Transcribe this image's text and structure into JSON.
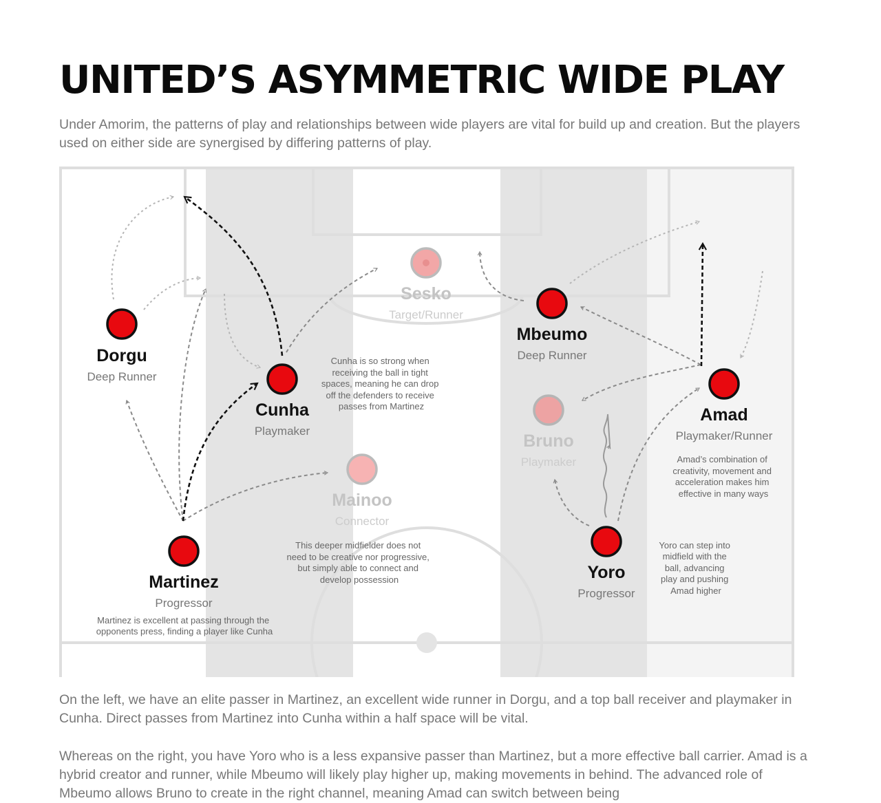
{
  "title": "UNITED’S ASYMMETRIC WIDE PLAY",
  "subtitle": "Under Amorim, the patterns of play and relationships between wide players are vital for build up and creation. But the players used on either side are synergised by differing patterns of play.",
  "colors": {
    "player_fill": "#e8090f",
    "player_stroke": "#111111",
    "faded_player_fill": "#f2a7a7",
    "faded_player_stroke": "#bbbbbb",
    "lane_dark": "#e4e4e4",
    "lane_light": "#f4f4f4",
    "pitch_lines": "#dedede",
    "text_main": "#111111",
    "text_muted": "#777777",
    "text_faded": "#c4c4c4"
  },
  "players": [
    {
      "id": "dorgu",
      "name": "Dorgu",
      "role": "Deep Runner",
      "faded": false
    },
    {
      "id": "cunha",
      "name": "Cunha",
      "role": "Playmaker",
      "faded": false
    },
    {
      "id": "martinez",
      "name": "Martinez",
      "role": "Progressor",
      "faded": false
    },
    {
      "id": "sesko",
      "name": "Sesko",
      "role": "Target/Runner",
      "faded": true
    },
    {
      "id": "mainoo",
      "name": "Mainoo",
      "role": "Connector",
      "faded": true
    },
    {
      "id": "mbeumo",
      "name": "Mbeumo",
      "role": "Deep Runner",
      "faded": false
    },
    {
      "id": "bruno",
      "name": "Bruno",
      "role": "Playmaker",
      "faded": true
    },
    {
      "id": "amad",
      "name": "Amad",
      "role": "Playmaker/Runner",
      "faded": false
    },
    {
      "id": "yoro",
      "name": "Yoro",
      "role": "Progressor",
      "faded": false
    }
  ],
  "notes": {
    "cunha": [
      "Cunha is so strong when",
      "receiving the ball in tight",
      "spaces, meaning he can drop",
      "off the defenders to receive",
      "passes from Martinez"
    ],
    "martinez": [
      "Martinez is excellent at passing through the",
      "opponents press, finding a player like Cunha"
    ],
    "mainoo": [
      "This deeper midfielder does not",
      "need to be creative nor progressive,",
      "but simply able to connect and",
      "develop possession"
    ],
    "amad": [
      "Amad’s combination of",
      "creativity, movement and",
      "acceleration makes him",
      "effective in many ways"
    ],
    "yoro": [
      "Yoro can step into",
      "midfield with the",
      "ball, advancing",
      "play and pushing",
      "Amad higher"
    ]
  },
  "paragraphs": [
    "On the left, we have an elite passer in Martinez, an excellent wide runner in Dorgu, and a top ball receiver and playmaker in Cunha. Direct passes from Martinez into Cunha within a half space will be vital.",
    "Whereas on the right, you have Yoro who is a less expansive passer than Martinez, but a more effective ball carrier. Amad is a hybrid creator and runner, while Mbeumo will likely play higher up, making movements in behind. The advanced role of Mbeumo allows Bruno to create in the right channel, meaning Amad can switch between being"
  ]
}
